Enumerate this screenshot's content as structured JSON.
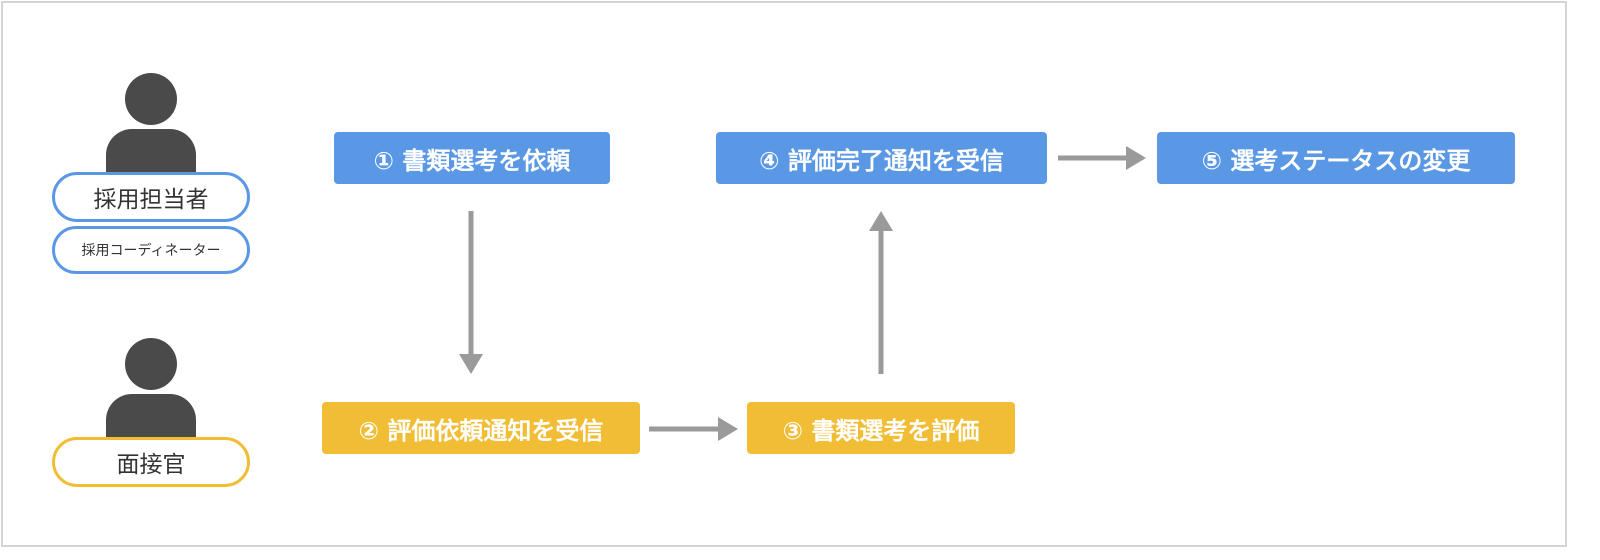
{
  "colors": {
    "recruiter": "#5a98e6",
    "interviewer": "#f1bd35",
    "arrow": "#9a9a9a",
    "person": "#4a4a4a"
  },
  "roles": {
    "recruiter": {
      "label": "採用担当者",
      "sublabel": "採用コーディネーター",
      "icon": "person-icon"
    },
    "interviewer": {
      "label": "面接官",
      "icon": "person-icon"
    }
  },
  "steps": [
    {
      "label": "① 書類選考を依頼",
      "actor": "recruiter"
    },
    {
      "label": "② 評価依頼通知を受信",
      "actor": "interviewer"
    },
    {
      "label": "③ 書類選考を評価",
      "actor": "interviewer"
    },
    {
      "label": "④ 評価完了通知を受信",
      "actor": "recruiter"
    },
    {
      "label": "⑤ 選考ステータスの変更",
      "actor": "recruiter"
    }
  ]
}
